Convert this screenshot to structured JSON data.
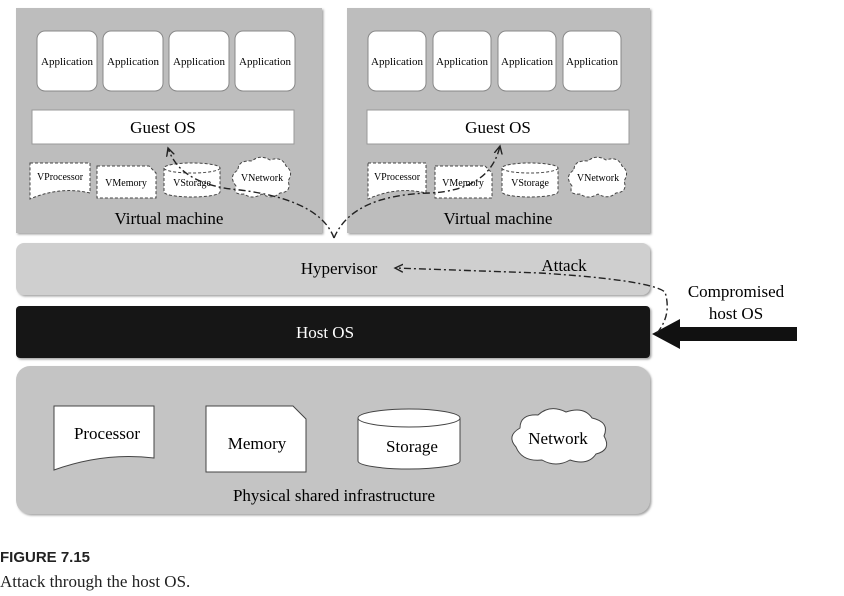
{
  "diagram": {
    "vm_left": {
      "applications": [
        "Application",
        "Application",
        "Application",
        "Application"
      ],
      "guest_os": "Guest OS",
      "virtual_devices": [
        "VProcessor",
        "VMemory",
        "VStorage",
        "VNetwork"
      ],
      "label": "Virtual machine"
    },
    "vm_right": {
      "applications": [
        "Application",
        "Application",
        "Application",
        "Application"
      ],
      "guest_os": "Guest OS",
      "virtual_devices": [
        "VProcessor",
        "VMemory",
        "VStorage",
        "VNetwork"
      ],
      "label": "Virtual machine"
    },
    "hypervisor": "Hypervisor",
    "attack_label": "Attack",
    "host_os": "Host OS",
    "compromised_line1": "Compromised",
    "compromised_line2": "host OS",
    "physical": {
      "devices": [
        "Processor",
        "Memory",
        "Storage",
        "Network"
      ],
      "label": "Physical shared infrastructure"
    }
  },
  "caption": {
    "figure": "FIGURE 7.15",
    "text": "Attack through the host OS."
  },
  "colors": {
    "vm_bg": "#bdbdbd",
    "hypervisor_bg": "#cfcfcf",
    "host_os_bg": "#161616",
    "physical_bg": "#c4c4c4"
  }
}
